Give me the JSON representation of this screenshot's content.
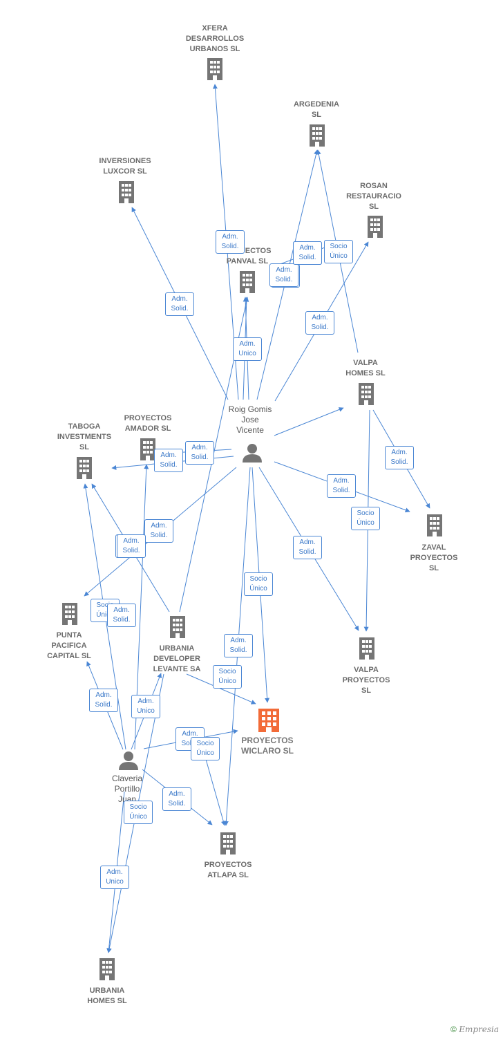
{
  "colors": {
    "edge": "#4a86d4",
    "node": "#757575",
    "focus": "#f26b38",
    "box_border": "#4a86d4"
  },
  "nodes": [
    {
      "id": "xfera",
      "type": "company",
      "label": "XFERA\nDESARROLLOS\nURBANOS SL"
    },
    {
      "id": "argedenia",
      "type": "company",
      "label": "ARGEDENIA\nSL"
    },
    {
      "id": "inversiones",
      "type": "company",
      "label": "INVERSIONES\nLUXCOR  SL"
    },
    {
      "id": "rosan",
      "type": "company",
      "label": "ROSAN\nRESTAURACIO\nSL"
    },
    {
      "id": "panval",
      "type": "company",
      "label": "PROYECTOS\nPANVAL  SL"
    },
    {
      "id": "valpa_homes",
      "type": "company",
      "label": "VALPA\nHOMES  SL"
    },
    {
      "id": "roig",
      "type": "person",
      "label": "Roig Gomis\nJose\nVicente"
    },
    {
      "id": "taboga",
      "type": "company",
      "label": "TABOGA\nINVESTMENTS\nSL"
    },
    {
      "id": "amador",
      "type": "company",
      "label": "PROYECTOS\nAMADOR  SL"
    },
    {
      "id": "zaval",
      "type": "company",
      "label": "ZAVAL\nPROYECTOS\nSL"
    },
    {
      "id": "punta",
      "type": "company",
      "label": "PUNTA\nPACIFICA\nCAPITAL  SL"
    },
    {
      "id": "urbania_dev",
      "type": "company",
      "label": "URBANIA\nDEVELOPER\nLEVANTE SA"
    },
    {
      "id": "valpa_proy",
      "type": "company",
      "label": "VALPA\nPROYECTOS\nSL"
    },
    {
      "id": "wiclaro",
      "type": "focus",
      "label": "PROYECTOS\nWICLARO  SL"
    },
    {
      "id": "claveria",
      "type": "person",
      "label": "Claveria\nPortillo\nJuan"
    },
    {
      "id": "atlapa",
      "type": "company",
      "label": "PROYECTOS\nATLAPA  SL"
    },
    {
      "id": "urbania_homes",
      "type": "company",
      "label": "URBANIA\nHOMES  SL"
    }
  ],
  "edge_labels": [
    "Adm.\nSolid.",
    "Adm.\nSolid.",
    "Socio\nÚnico",
    "Socio\nÚnico",
    "Adm.\nSolid.",
    "Adm.\nSolid.",
    "Adm.\nUnico",
    "Adm.\nSolid.",
    "Adm.\nSolid.",
    "Adm.\nSolid.",
    "Adm.\nSolid.",
    "Socio\nÚnico",
    "Adm.\nSolid.",
    "Socio\nÚnico",
    "Adm.\nSolid.",
    "Socio\nÚnico",
    "Adm.\nSolid.",
    "Adm.\nSolid.",
    "Adm.\nSolid.",
    "Adm.\nSolid.",
    "Socio\nÚnico",
    "Adm.\nSolid.",
    "Adm.\nSolid.",
    "Adm.\nUnico",
    "Adm.\nSolid.",
    "Socio\nÚnico",
    "Adm.\nSolid.",
    "Socio\nÚnico",
    "Adm.\nUnico",
    "Socio\nÚnico"
  ],
  "copyright": {
    "symbol": "©",
    "brand": "Empresia"
  }
}
